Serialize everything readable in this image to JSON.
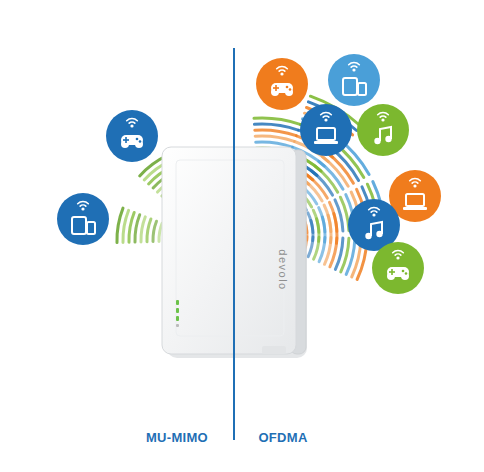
{
  "diagram": {
    "labels": [
      "MU-MIMO",
      "OFDMA",
      "devolo"
    ]
  }
}
